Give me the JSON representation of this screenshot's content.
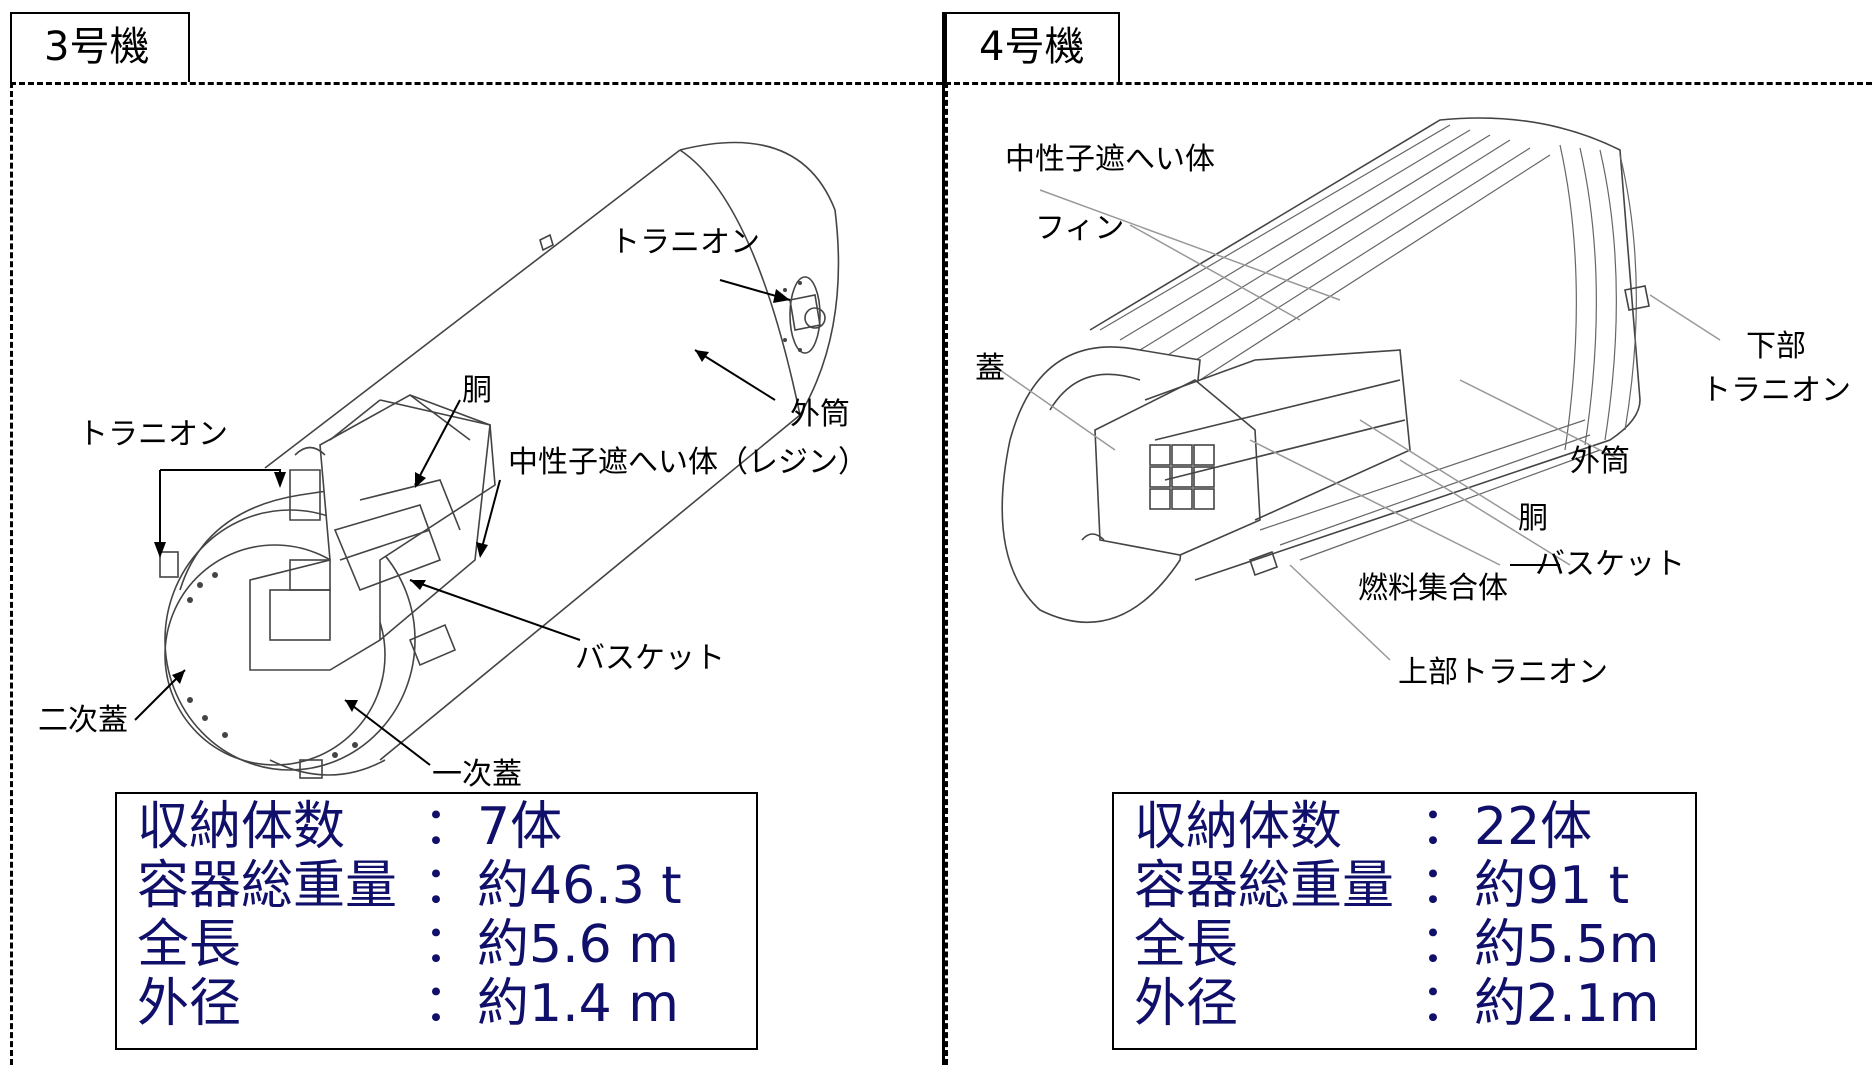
{
  "unit3": {
    "tab": "3号機",
    "labels": {
      "trunnion_top": "トラニオン",
      "body": "胴",
      "outer_shell": "外筒",
      "trunnion_left": "トラニオン",
      "neutron_shield": "中性子遮へい体（レジン）",
      "basket": "バスケット",
      "secondary_lid": "二次蓋",
      "primary_lid": "一次蓋"
    },
    "specs": [
      {
        "label": "収納体数",
        "sep": "：",
        "value": "7体"
      },
      {
        "label": "容器総重量",
        "sep": "：",
        "value": "約46.3 t"
      },
      {
        "label": "全長",
        "sep": "：",
        "value": "約5.6 m"
      },
      {
        "label": "外径",
        "sep": "：",
        "value": "約1.4 m"
      }
    ]
  },
  "unit4": {
    "tab": "4号機",
    "labels": {
      "neutron_shield": "中性子遮へい体",
      "fin": "フィン",
      "lid": "蓋",
      "lower_trunnion": "下部\nトラニオン",
      "outer_shell": "外筒",
      "body": "胴",
      "basket": "バスケット",
      "fuel_assembly": "燃料集合体",
      "upper_trunnion": "上部トラニオン"
    },
    "specs": [
      {
        "label": "収納体数",
        "sep": "：",
        "value": "22体"
      },
      {
        "label": "容器総重量",
        "sep": "：",
        "value": "約91 t"
      },
      {
        "label": "全長",
        "sep": "：",
        "value": "約5.5m"
      },
      {
        "label": "外径",
        "sep": "：",
        "value": "約2.1m"
      }
    ]
  },
  "colors": {
    "spec_text": "#10106b",
    "line": "#000000",
    "drawing": "#555555"
  }
}
